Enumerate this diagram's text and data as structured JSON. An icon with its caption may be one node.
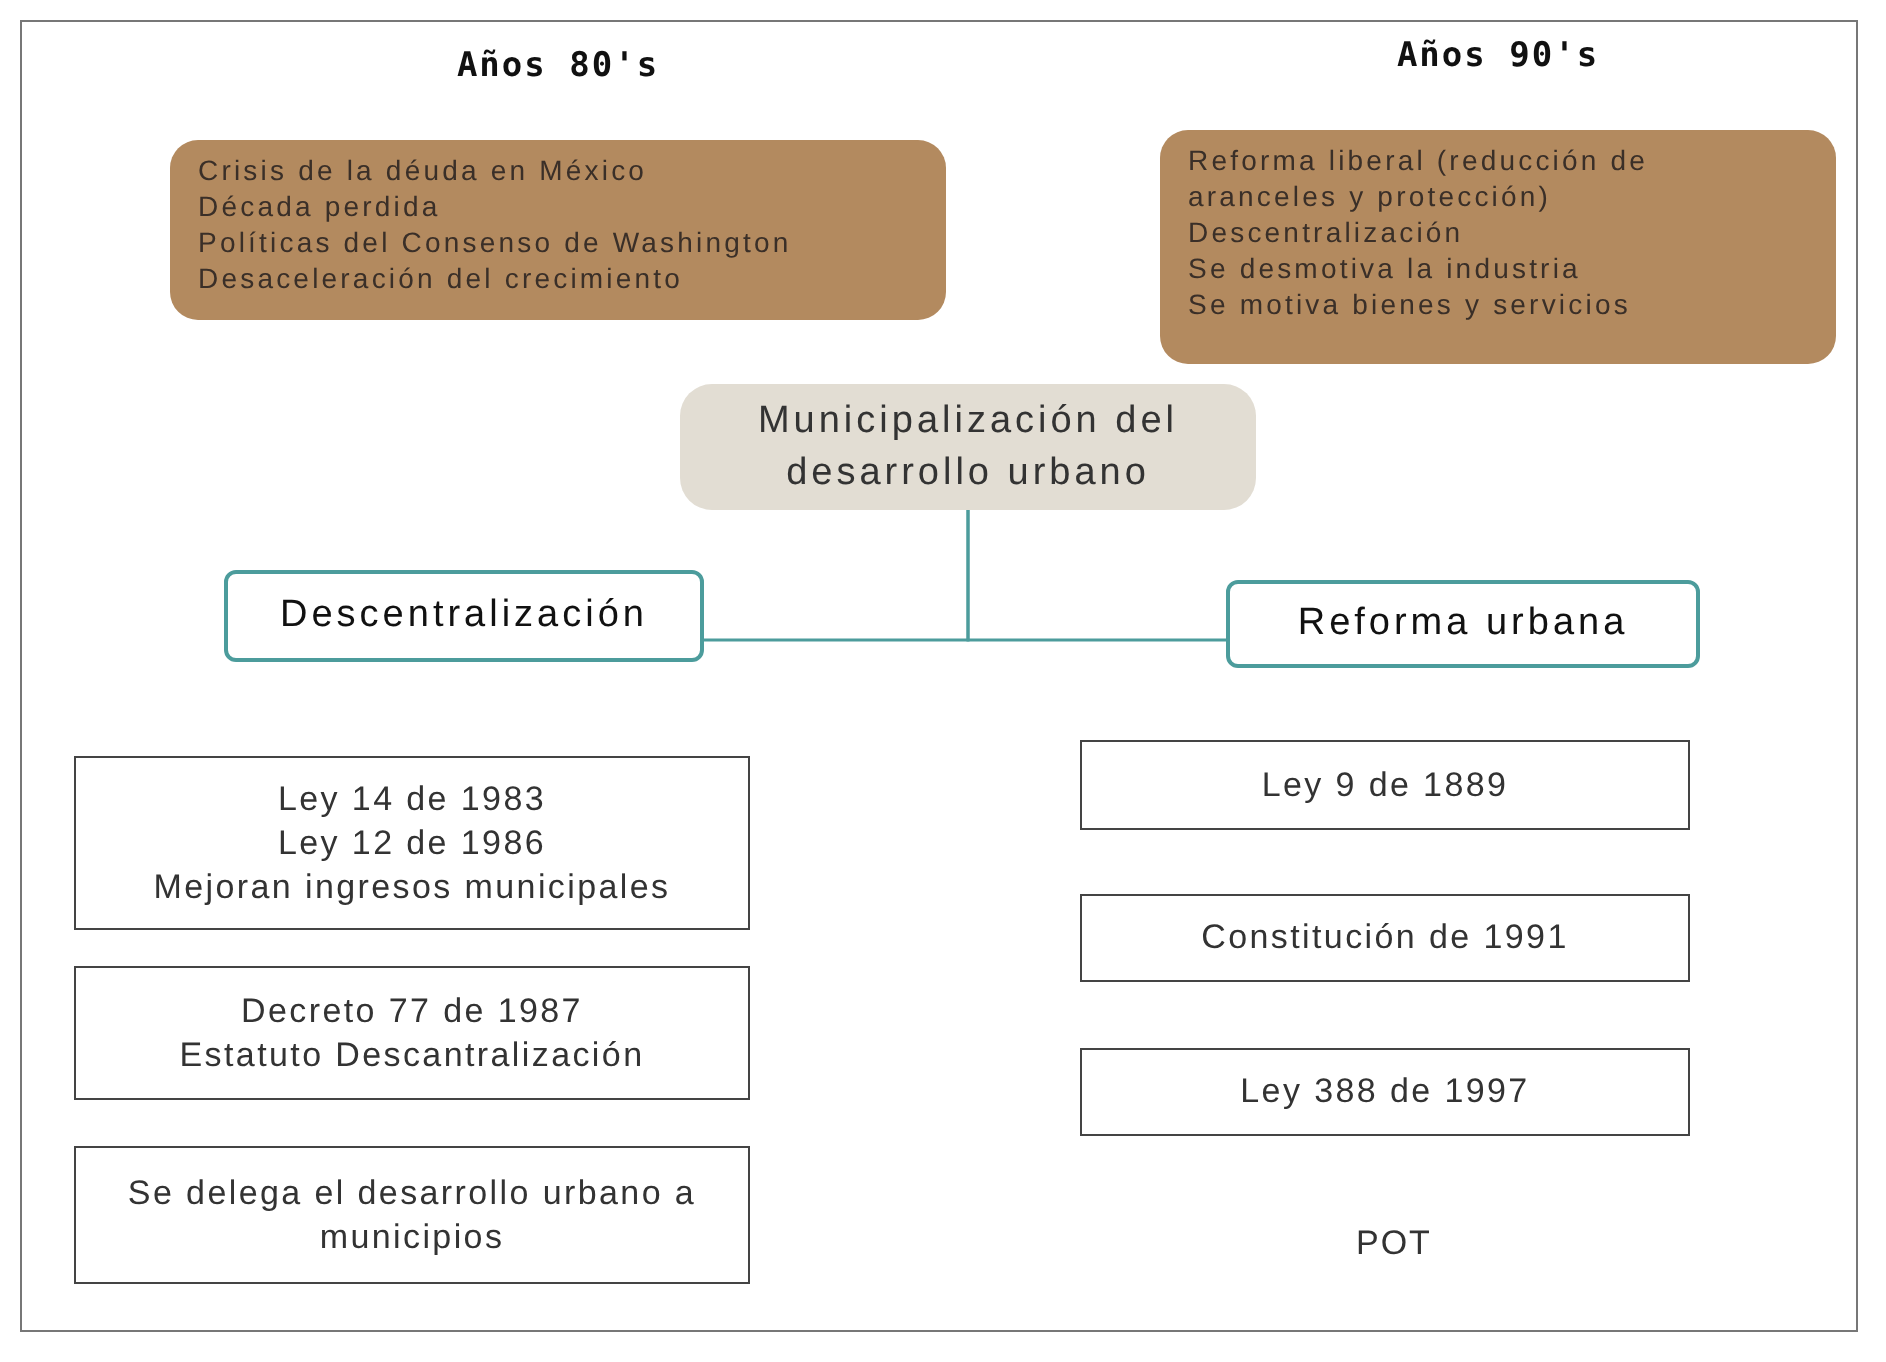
{
  "diagram": {
    "nodes": [
      {
        "text": [
          "Años 80's",
          "Crisis de la déuda en México",
          "Década perdida",
          "Políticas del Consenso de Washington",
          "Desaceleración del crecimiento"
        ]
      },
      {
        "text": [
          "Años 90's",
          "Reforma liberal (reducción de aranceles y protección)",
          "Descentralización",
          "Se desmotiva la industria",
          "Se motiva bienes y servicios"
        ]
      },
      {
        "text": [
          "Municipalización del desarrollo urbano"
        ]
      },
      {
        "text": [
          "Descentralización"
        ]
      },
      {
        "text": [
          "Reforma urbana"
        ]
      },
      {
        "text": [
          "Ley 14 de 1983",
          "Ley 12 de 1986",
          "Mejoran ingresos municipales"
        ]
      },
      {
        "text": [
          "Ley 9 de 1889"
        ]
      },
      {
        "text": [
          "Decreto 77 de 1987",
          "Estatuto Descantralización"
        ]
      },
      {
        "text": [
          "Constitución de 1991"
        ]
      },
      {
        "text": [
          "Se delega el desarrollo urbano a municipios"
        ]
      },
      {
        "text": [
          "Ley 388 de 1997"
        ]
      }
    ],
    "edges": [
      {
        "from": 2,
        "to": 3,
        "arrow": "none"
      },
      {
        "from": 2,
        "to": 4,
        "arrow": "none"
      }
    ],
    "labels": [
      "POT"
    ]
  }
}
